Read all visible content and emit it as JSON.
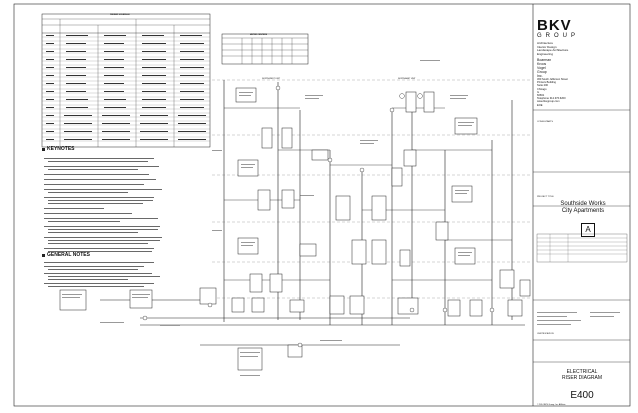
{
  "firm": {
    "logo": "BKV",
    "logo_sub": "GROUP",
    "disciplines": [
      "Architecture",
      "Interior Design",
      "Landscape Architecture",
      "Engineering"
    ],
    "partners": [
      "Boarman",
      "Kroos",
      "Vogel",
      "Group",
      "Inc."
    ],
    "address": [
      "360 South Jefferson Street",
      "Printers Building",
      "Suite 200",
      "Chicago",
      "IL",
      "60661",
      "Telephone 312.376.6200",
      "www.bkvgroup.com",
      "EOE"
    ]
  },
  "consultants_label": "CONSULTANTS",
  "project_label": "PROJECT TITLE",
  "project": {
    "line1": "Southside Works",
    "line2": "City Apartments"
  },
  "revision_letter": "A",
  "stamp_label": "CERTIFICATION",
  "sheet_title": {
    "line1": "ELECTRICAL",
    "line2": "RISER DIAGRAM"
  },
  "sheet_number": "E400",
  "copyright": "© 2014 BKV Group, Inc. Affiliate",
  "tables": {
    "feeder_schedule_title": "FEEDER SCHEDULE",
    "meter_bank_title": "METER CENTERS"
  },
  "notes": {
    "keynotes_title": "KEYNOTES",
    "general_title": "GENERAL NOTES"
  },
  "diagram": {
    "north_label": "NORTHWEST UNIT",
    "east_label": "NORTHEAST UNIT"
  }
}
